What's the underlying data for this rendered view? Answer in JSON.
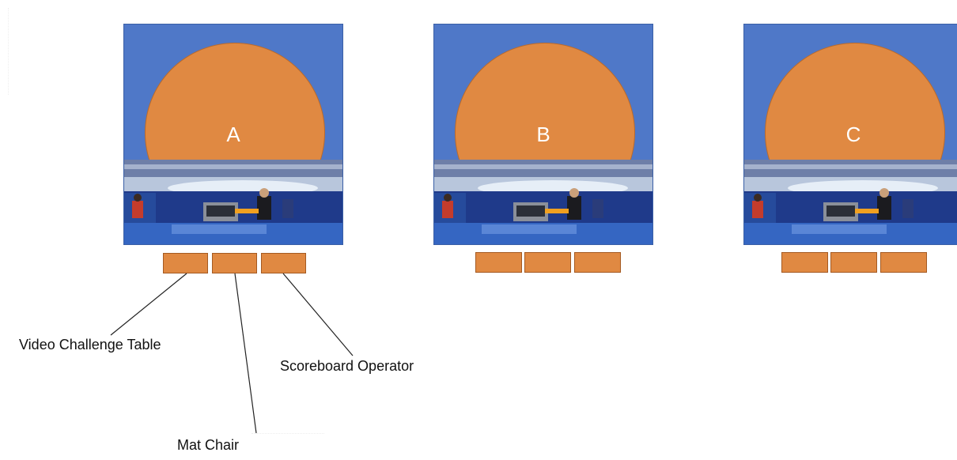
{
  "mats": [
    {
      "label": "A"
    },
    {
      "label": "B"
    },
    {
      "label": "C"
    }
  ],
  "callouts": {
    "video_challenge_table": "Video Challenge Table",
    "mat_chair": "Mat Chair",
    "scoreboard_operator": "Scoreboard Operator"
  },
  "colors": {
    "field": "#4f78c8",
    "mat": "#e08942",
    "table_fill": "#e08942",
    "table_border": "#a45a22",
    "line": "#222222"
  }
}
